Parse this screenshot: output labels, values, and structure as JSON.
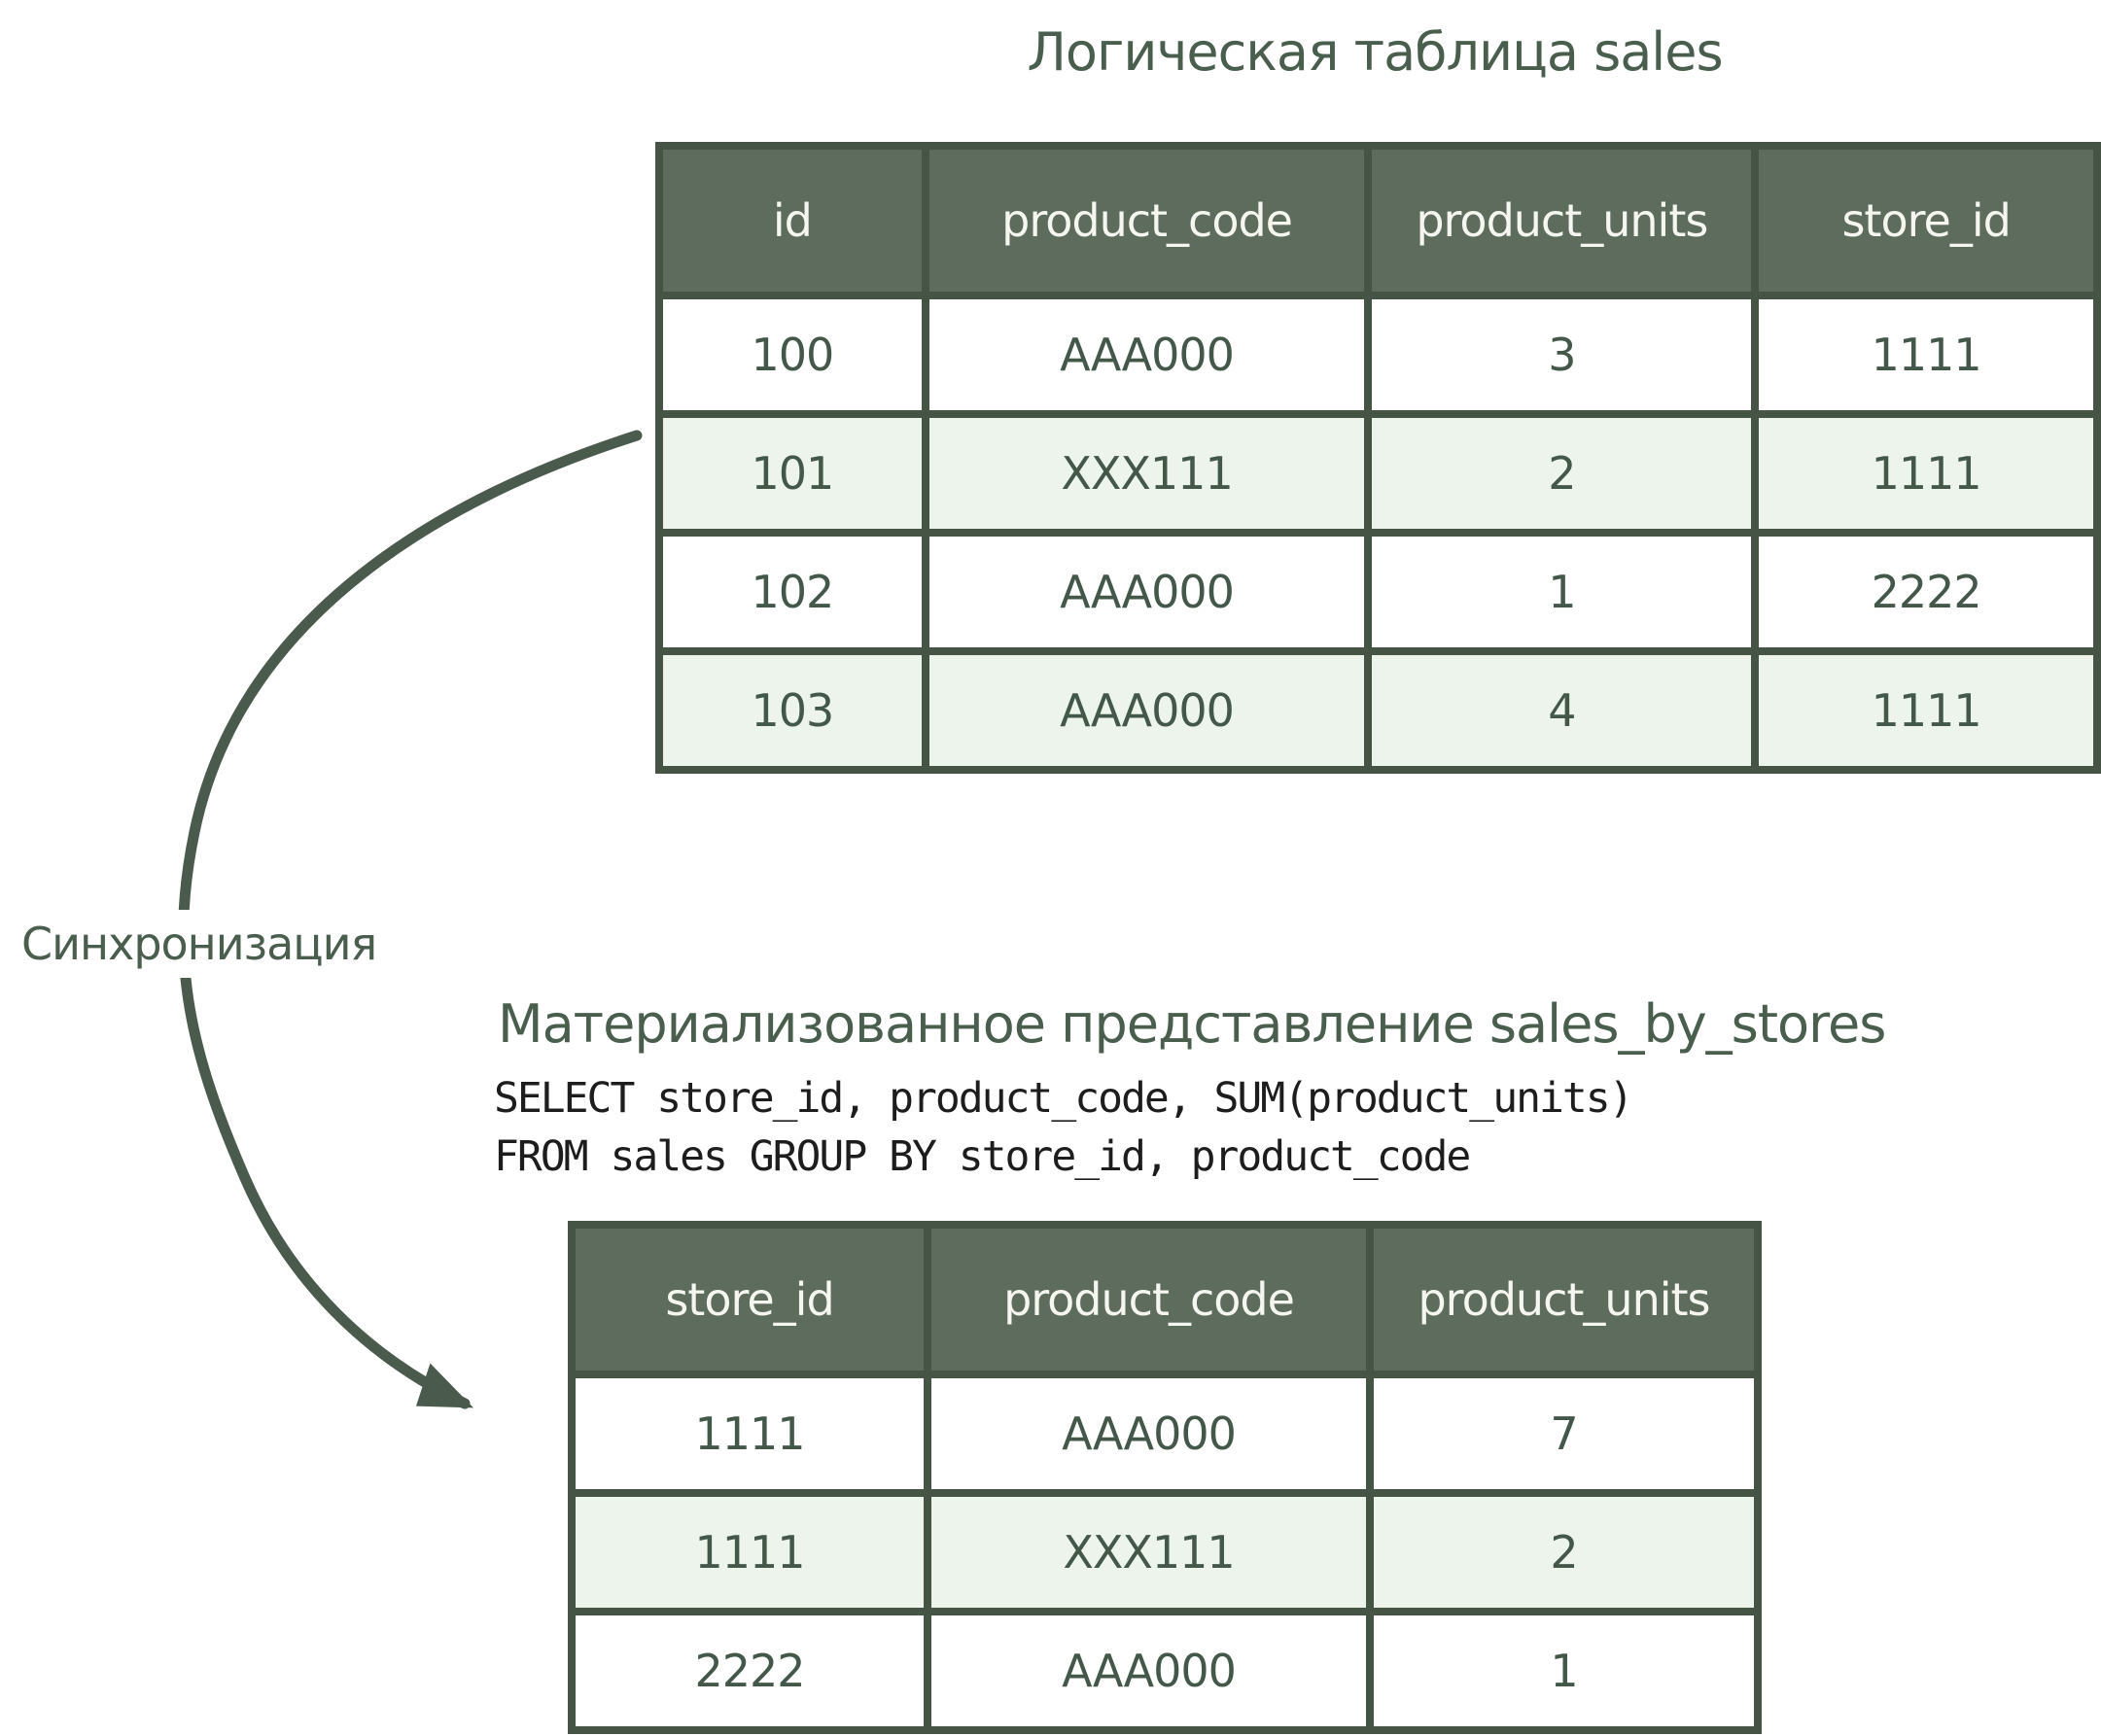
{
  "sync_label": "Синхронизация",
  "top_table": {
    "title": "Логическая таблица sales",
    "headers": [
      "id",
      "product_code",
      "product_units",
      "store_id"
    ],
    "rows": [
      [
        "100",
        "AAA000",
        "3",
        "1111"
      ],
      [
        "101",
        "XXX111",
        "2",
        "1111"
      ],
      [
        "102",
        "AAA000",
        "1",
        "2222"
      ],
      [
        "103",
        "AAA000",
        "4",
        "1111"
      ]
    ]
  },
  "bottom_table": {
    "title": "Материализованное представление sales_by_stores",
    "sql_line1": "SELECT store_id, product_code, SUM(product_units)",
    "sql_line2": "FROM sales GROUP BY store_id, product_code",
    "headers": [
      "store_id",
      "product_code",
      "product_units"
    ],
    "rows": [
      [
        "1111",
        "AAA000",
        "7"
      ],
      [
        "1111",
        "XXX111",
        "2"
      ],
      [
        "2222",
        "AAA000",
        "1"
      ]
    ]
  },
  "colors": {
    "header_bg": "#5e6c5e",
    "border": "#465446",
    "row_bg": "#ffffff",
    "row_alt_bg": "#ecf4ec",
    "cell_text": "#44584a",
    "header_text": "#f4f6ef",
    "title_text": "#4a5e4d",
    "sql_text": "#1d1d1d",
    "arrow": "#4a5a4c",
    "page_bg": "#ffffff"
  }
}
